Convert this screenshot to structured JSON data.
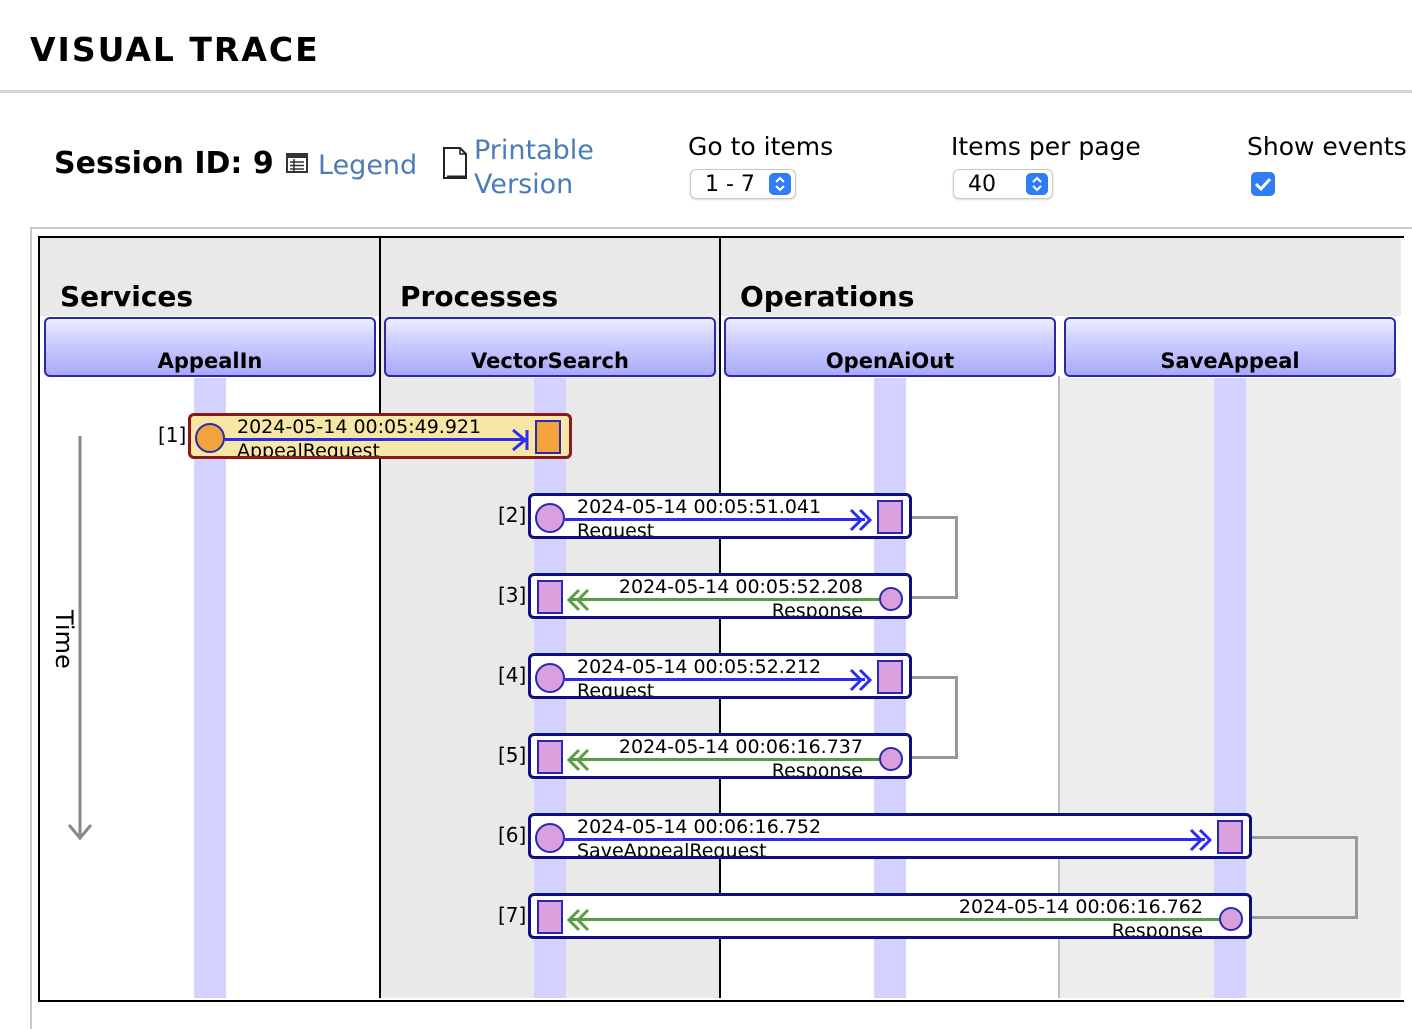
{
  "header": {
    "title": "VISUAL TRACE"
  },
  "toolbar": {
    "session_label": "Session ID: 9",
    "legend_link": "Legend",
    "printable_line1": "Printable",
    "printable_line2": "Version",
    "goto_label": "Go to items",
    "goto_value": "1 - 7",
    "items_per_page_label": "Items per page",
    "items_per_page_value": "40",
    "show_events_label": "Show events",
    "show_events_checked": true
  },
  "diagram": {
    "sections": [
      "Services",
      "Processes",
      "Operations"
    ],
    "columns": [
      "AppealIn",
      "VectorSearch",
      "OpenAiOut",
      "SaveAppeal"
    ],
    "time_label": "Time",
    "messages": [
      {
        "index": "[1]",
        "time": "2024-05-14 00:05:49.921",
        "name": "AppealRequest",
        "kind": "request"
      },
      {
        "index": "[2]",
        "time": "2024-05-14 00:05:51.041",
        "name": "Request",
        "kind": "request"
      },
      {
        "index": "[3]",
        "time": "2024-05-14 00:05:52.208",
        "name": "Response",
        "kind": "response"
      },
      {
        "index": "[4]",
        "time": "2024-05-14 00:05:52.212",
        "name": "Request",
        "kind": "request"
      },
      {
        "index": "[5]",
        "time": "2024-05-14 00:06:16.737",
        "name": "Response",
        "kind": "response"
      },
      {
        "index": "[6]",
        "time": "2024-05-14 00:06:16.752",
        "name": "SaveAppealRequest",
        "kind": "request"
      },
      {
        "index": "[7]",
        "time": "2024-05-14 00:06:16.762",
        "name": "Response",
        "kind": "response"
      }
    ]
  },
  "colors": {
    "request_line": "#2c2cf0",
    "response_line": "#5c9a46",
    "lifeline": "#d4d2ff",
    "first_message_bg": "#f6e7a6"
  }
}
